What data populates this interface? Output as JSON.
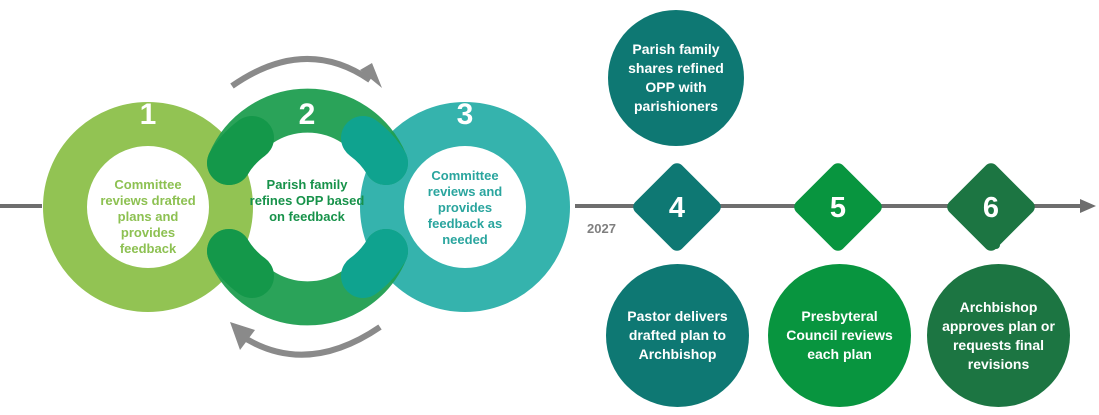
{
  "colors": {
    "step1": "#92c353",
    "step2": "#1f9e50",
    "step3": "#35b3ad",
    "step4": "#0e7873",
    "step5": "#08953f",
    "step6": "#1c7542",
    "timeline": "#6e6e6e",
    "arrow": "#8a8a8a",
    "year_text": "#7f7f7f"
  },
  "cycle": {
    "steps": [
      {
        "number": "1",
        "text_lines": [
          "Committee",
          "reviews drafted",
          "plans and",
          "provides",
          "feedback"
        ],
        "text_color": "#8dc152"
      },
      {
        "number": "2",
        "text_lines": [
          "Parish family",
          "refines OPP based",
          "on feedback"
        ],
        "text_color": "#17924a"
      },
      {
        "number": "3",
        "text_lines": [
          "Committee",
          "reviews and",
          "provides",
          "feedback as",
          "needed"
        ],
        "text_color": "#2aa59e"
      }
    ],
    "arrows": [
      "forward-arc-arrow",
      "backward-arc-arrow"
    ]
  },
  "timeline": {
    "year_label": "2027",
    "milestones": [
      {
        "number": "4",
        "description": "Pastor delivers drafted plan to Archbishop"
      },
      {
        "number": "5",
        "description": "Presbyteral Council reviews each plan"
      },
      {
        "number": "6",
        "description": "Archbishop approves plan or requests final revisions"
      }
    ],
    "extra_note": "Parish family shares refined OPP with parishioners"
  }
}
